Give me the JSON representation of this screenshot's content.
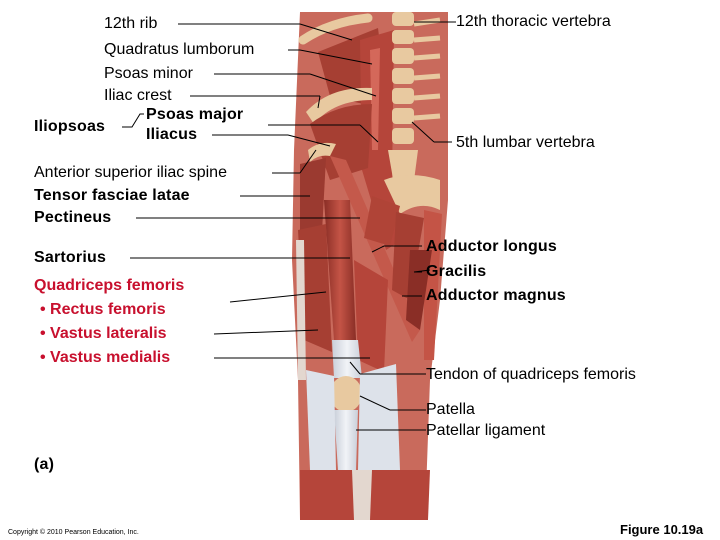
{
  "labels_left": {
    "rib12": "12th rib",
    "quadratus_lumborum": "Quadratus lumborum",
    "psoas_minor": "Psoas minor",
    "iliac_crest": "Iliac crest",
    "iliopsoas": "Iliopsoas",
    "psoas_major": "Psoas major",
    "iliacus": "Iliacus",
    "asis": "Anterior superior iliac spine",
    "tensor_fasciae_latae": "Tensor fasciae latae",
    "pectineus": "Pectineus",
    "sartorius": "Sartorius",
    "quadriceps_femoris": "Quadriceps femoris",
    "rectus_femoris": "• Rectus femoris",
    "vastus_lateralis": "• Vastus lateralis",
    "vastus_medialis": "• Vastus medialis"
  },
  "labels_right": {
    "thoracic12": "12th thoracic vertebra",
    "lumbar5": "5th lumbar vertebra",
    "adductor_longus": "Adductor longus",
    "gracilis": "Gracilis",
    "adductor_magnus": "Adductor magnus",
    "quad_tendon": "Tendon of quadriceps femoris",
    "patella": "Patella",
    "patellar_ligament": "Patellar ligament"
  },
  "panel_label": "(a)",
  "copyright": "Copyright © 2010 Pearson Education, Inc.",
  "figure_number": "Figure 10.19a",
  "colors": {
    "muscle": "#b5453a",
    "muscle_dark": "#8a2e26",
    "muscle_light": "#d4685a",
    "bone": "#e8c9a0",
    "tendon": "#dde2ea",
    "label_red": "#c8102e"
  }
}
